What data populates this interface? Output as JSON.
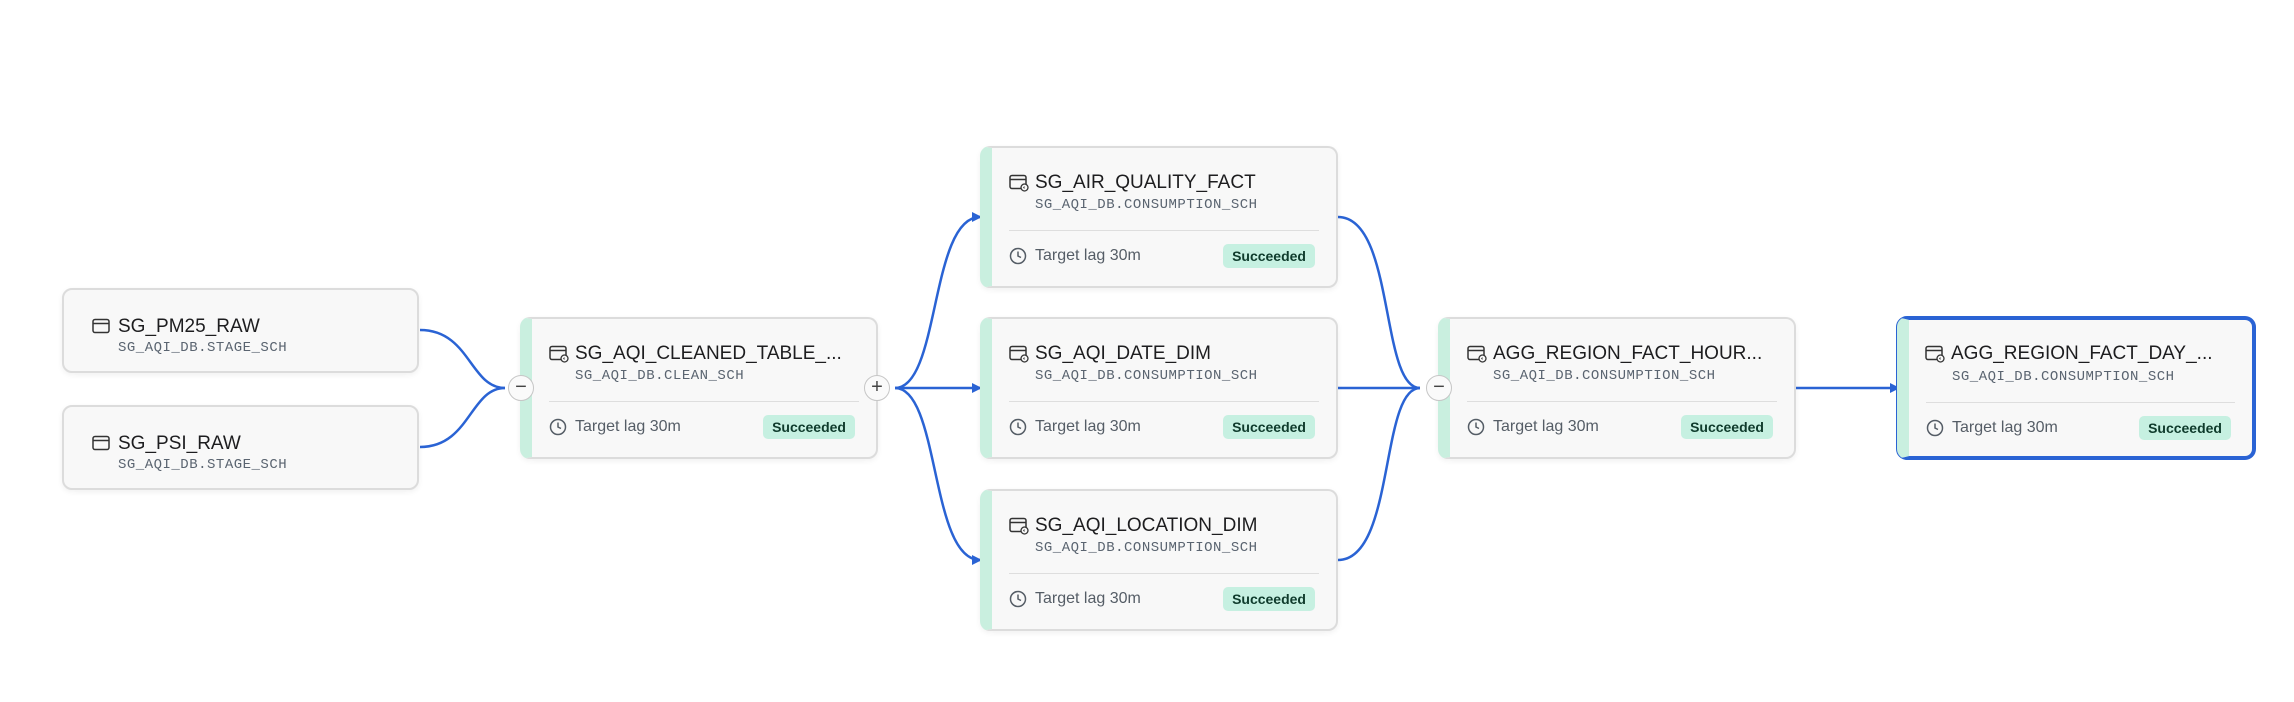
{
  "nodes": {
    "pm25_raw": {
      "title": "SG_PM25_RAW",
      "schema": "SG_AQI_DB.STAGE_SCH"
    },
    "psi_raw": {
      "title": "SG_PSI_RAW",
      "schema": "SG_AQI_DB.STAGE_SCH"
    },
    "cleaned_table": {
      "title": "SG_AQI_CLEANED_TABLE_...",
      "schema": "SG_AQI_DB.CLEAN_SCH",
      "lag": "Target lag 30m",
      "status": "Succeeded"
    },
    "air_quality_fact": {
      "title": "SG_AIR_QUALITY_FACT",
      "schema": "SG_AQI_DB.CONSUMPTION_SCH",
      "lag": "Target lag 30m",
      "status": "Succeeded"
    },
    "date_dim": {
      "title": "SG_AQI_DATE_DIM",
      "schema": "SG_AQI_DB.CONSUMPTION_SCH",
      "lag": "Target lag 30m",
      "status": "Succeeded"
    },
    "location_dim": {
      "title": "SG_AQI_LOCATION_DIM",
      "schema": "SG_AQI_DB.CONSUMPTION_SCH",
      "lag": "Target lag 30m",
      "status": "Succeeded"
    },
    "agg_region_hour": {
      "title": "AGG_REGION_FACT_HOUR...",
      "schema": "SG_AQI_DB.CONSUMPTION_SCH",
      "lag": "Target lag 30m",
      "status": "Succeeded"
    },
    "agg_region_day": {
      "title": "AGG_REGION_FACT_DAY_...",
      "schema": "SG_AQI_DB.CONSUMPTION_SCH",
      "lag": "Target lag 30m",
      "status": "Succeeded"
    }
  },
  "toggles": {
    "cleaned_in": "−",
    "cleaned_out": "+",
    "agg_hour_in": "−"
  },
  "icons": {
    "raw_table": "table-icon",
    "dynamic_table": "dynamic-table-icon",
    "lag": "clock-icon"
  },
  "colors": {
    "edge": "#2a63d4",
    "selected_border": "#2a63d4",
    "status_bg": "#c6f0e1",
    "accent_bar": "#c9efdf"
  }
}
